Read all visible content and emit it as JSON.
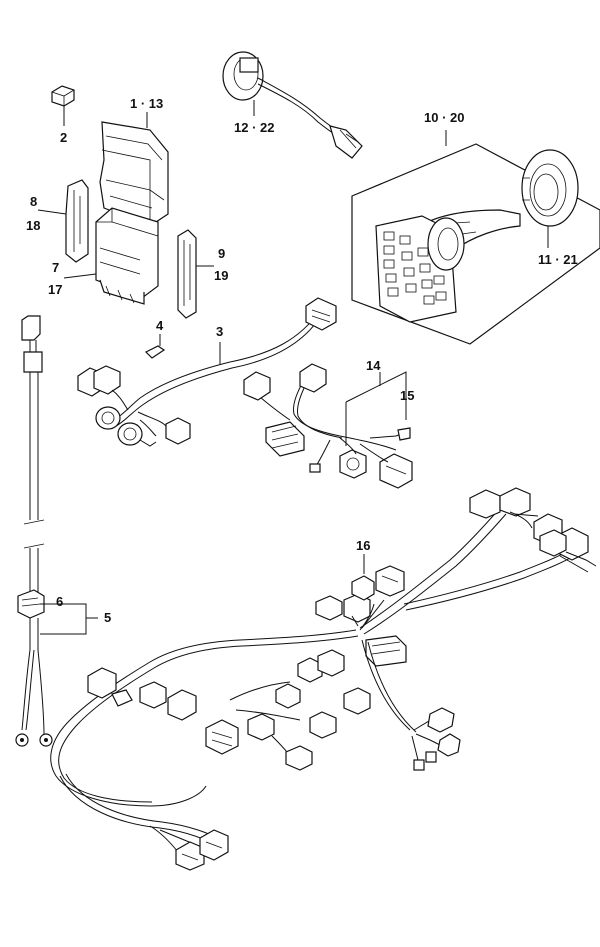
{
  "labels": {
    "l2": "2",
    "l1_13": "1 · 13",
    "l8": "8",
    "l18": "18",
    "l7": "7",
    "l17": "17",
    "l9": "9",
    "l19": "19",
    "l12_22": "12 · 22",
    "l10_20": "10 · 20",
    "l11_21": "11 · 21",
    "l3": "3",
    "l4": "4",
    "l14": "14",
    "l15": "15",
    "l6": "6",
    "l5": "5",
    "l16": "16"
  }
}
